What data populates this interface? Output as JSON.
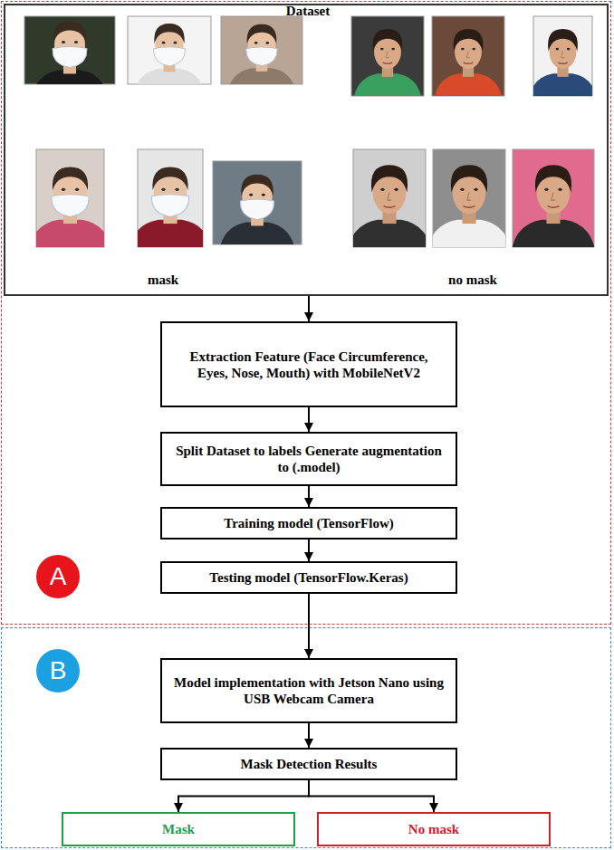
{
  "diagram": {
    "nodes": [
      {
        "text": [
          "A"
        ]
      },
      {
        "text": [
          "Dataset",
          "mask",
          "no mask"
        ],
        "in": 0
      },
      {
        "text": [
          "Extraction Feature (Face Circumference, Eyes, Nose, Mouth) with MobileNetV2"
        ],
        "in": 0
      },
      {
        "text": [
          "Split Dataset to labels Generate augmentation to (.model)"
        ],
        "in": 0
      },
      {
        "text": [
          "Training model (TensorFlow)"
        ],
        "in": 0
      },
      {
        "text": [
          "Testing model (TensorFlow.Keras)"
        ],
        "in": 0
      },
      {
        "text": [
          "B"
        ]
      },
      {
        "text": [
          "Model implementation with Jetson Nano using USB Webcam Camera"
        ],
        "in": 6
      },
      {
        "text": [
          "Mask Detection Results"
        ],
        "in": 6
      },
      {
        "text": [
          "Mask"
        ],
        "in": 6
      },
      {
        "text": [
          "No mask"
        ],
        "in": 6
      }
    ],
    "edges": [
      {
        "from": 1,
        "to": 2,
        "arrow": "to"
      },
      {
        "from": 2,
        "to": 3,
        "arrow": "to"
      },
      {
        "from": 3,
        "to": 4,
        "arrow": "to"
      },
      {
        "from": 4,
        "to": 5,
        "arrow": "to"
      },
      {
        "from": 5,
        "to": 7,
        "arrow": "to"
      },
      {
        "from": 7,
        "to": 8,
        "arrow": "to"
      },
      {
        "from": 8,
        "to": 9,
        "arrow": "to"
      },
      {
        "from": 8,
        "to": 10,
        "arrow": "to"
      }
    ]
  }
}
